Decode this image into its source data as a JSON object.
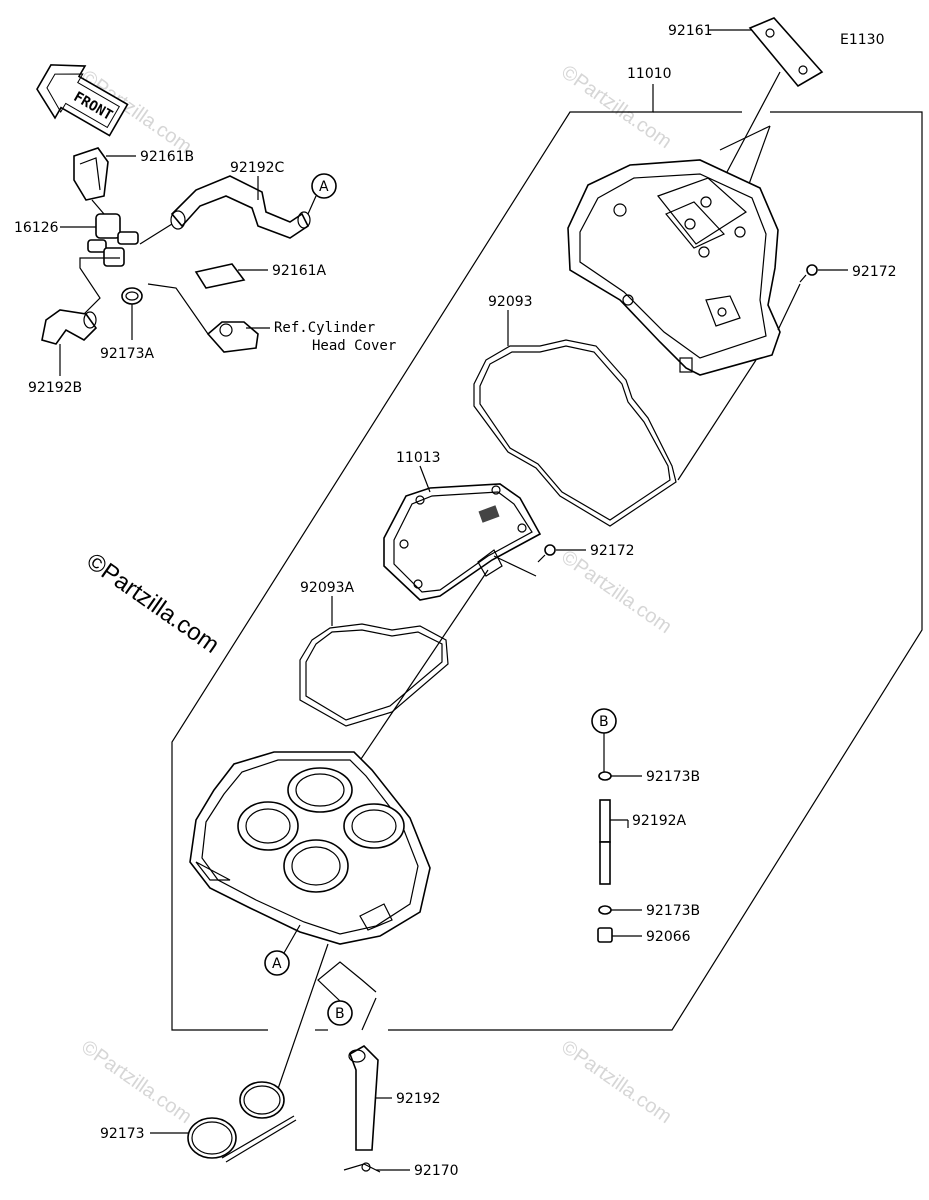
{
  "diagram_code": "E1130",
  "front_label": "FRONT",
  "copyright": "©Partzilla.com",
  "watermark": "©Partzilla.com",
  "ref_label_line1": "Ref.Cylinder",
  "ref_label_line2": "Head Cover",
  "callouts": {
    "c92161": "92161",
    "c11010": "11010",
    "c92161B": "92161B",
    "c92192C": "92192C",
    "c16126": "16126",
    "c92161A": "92161A",
    "c92172a": "92172",
    "c92093": "92093",
    "c92173A": "92173A",
    "c92192B": "92192B",
    "c11013": "11013",
    "c92172b": "92172",
    "c92093A": "92093A",
    "c92173B_1": "92173B",
    "c92192A": "92192A",
    "c92173B_2": "92173B",
    "c92066": "92066",
    "c92192": "92192",
    "c92173": "92173",
    "c92170": "92170"
  },
  "circle_refs": {
    "a_top": "A",
    "b_right": "B",
    "a_bottom": "A",
    "b_bottom": "B"
  }
}
